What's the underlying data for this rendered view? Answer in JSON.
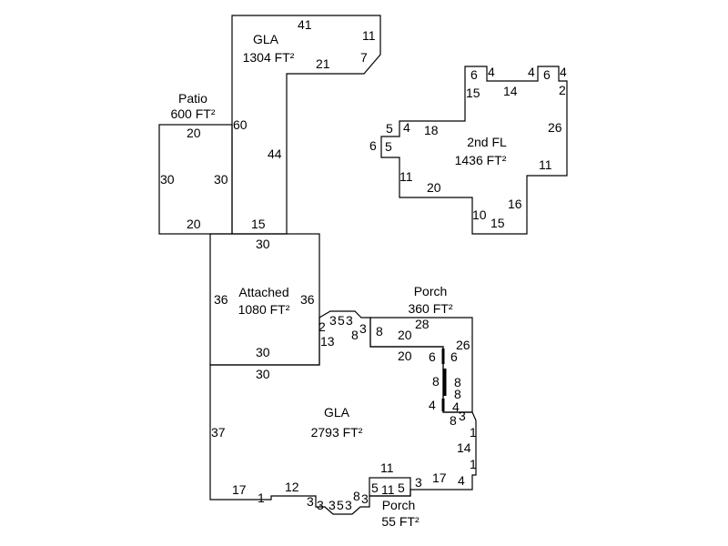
{
  "areas": {
    "gla_upper": {
      "name": "GLA",
      "area": "1304 FT²"
    },
    "patio": {
      "name": "Patio",
      "area": "600 FT²"
    },
    "attached": {
      "name": "Attached",
      "area": "1080 FT²"
    },
    "gla_lower": {
      "name": "GLA",
      "area": "2793 FT²"
    },
    "porch_upper": {
      "name": "Porch",
      "area": "360 FT²"
    },
    "porch_lower": {
      "name": "Porch",
      "area": "55 FT²"
    },
    "second_floor": {
      "name": "2nd FL",
      "area": "1436 FT²"
    }
  },
  "dimension_labels": [
    "41",
    "11",
    "7",
    "21",
    "60",
    "44",
    "15",
    "20",
    "30",
    "30",
    "20",
    "30",
    "36",
    "36",
    "30",
    "30",
    "37",
    "17",
    "1",
    "12",
    "3",
    "3",
    "3",
    "5",
    "3",
    "8",
    "3",
    "11",
    "5",
    "11",
    "5",
    "3",
    "17",
    "4",
    "1",
    "14",
    "1",
    "8",
    "3",
    "2",
    "13",
    "3",
    "5",
    "3",
    "8",
    "3",
    "8",
    "20",
    "28",
    "26",
    "20",
    "6",
    "6",
    "8",
    "8",
    "4",
    "8",
    "4",
    "6",
    "4",
    "4",
    "6",
    "4",
    "2",
    "15",
    "14",
    "26",
    "11",
    "16",
    "15",
    "10",
    "20",
    "11",
    "5",
    "4",
    "18",
    "6",
    "5"
  ]
}
